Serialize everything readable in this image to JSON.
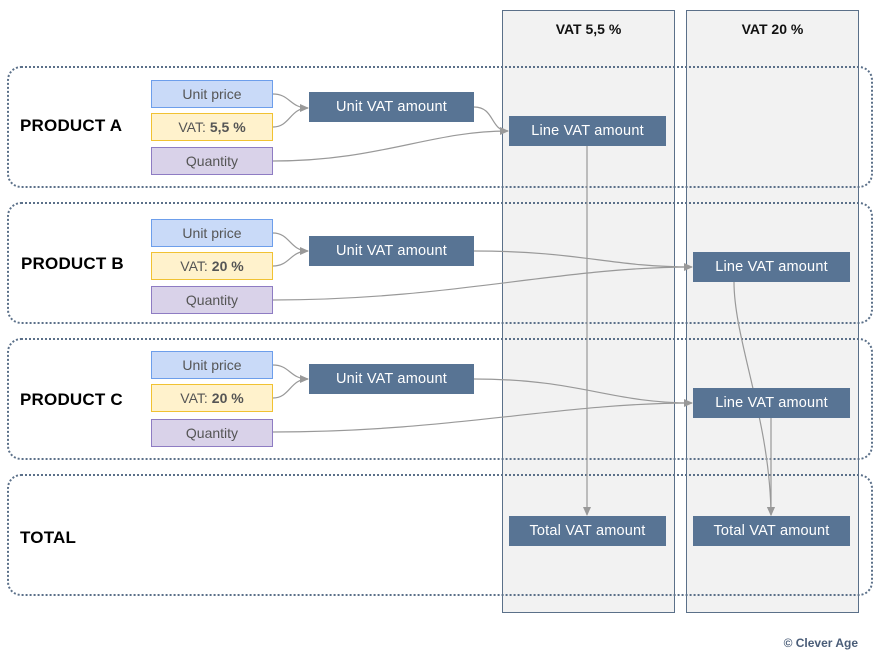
{
  "columns": {
    "vat_low": {
      "title": "VAT 5,5 %"
    },
    "vat_high": {
      "title": "VAT 20 %"
    }
  },
  "rows": {
    "a": {
      "label": "PRODUCT A",
      "unit_price": "Unit price",
      "vat_label": "VAT:",
      "vat_value": "5,5 %",
      "quantity": "Quantity",
      "unit_vat": "Unit VAT amount",
      "line_vat": "Line VAT amount"
    },
    "b": {
      "label": "PRODUCT B",
      "unit_price": "Unit price",
      "vat_label": "VAT:",
      "vat_value": "20 %",
      "quantity": "Quantity",
      "unit_vat": "Unit VAT amount",
      "line_vat": "Line VAT amount"
    },
    "c": {
      "label": "PRODUCT C",
      "unit_price": "Unit price",
      "vat_label": "VAT:",
      "vat_value": "20 %",
      "quantity": "Quantity",
      "unit_vat": "Unit VAT amount",
      "line_vat": "Line VAT amount"
    },
    "total": {
      "label": "TOTAL",
      "total_low": "Total VAT amount",
      "total_high": "Total VAT amount"
    }
  },
  "footer": {
    "copyright": "© Clever Age"
  },
  "colors": {
    "price_fill": "#c9daf8",
    "vat_fill": "#fff2cc",
    "quantity_fill": "#d9d2e9",
    "dark_box": "#587494",
    "column_fill": "#f2f2f2",
    "arrow": "#999999"
  }
}
